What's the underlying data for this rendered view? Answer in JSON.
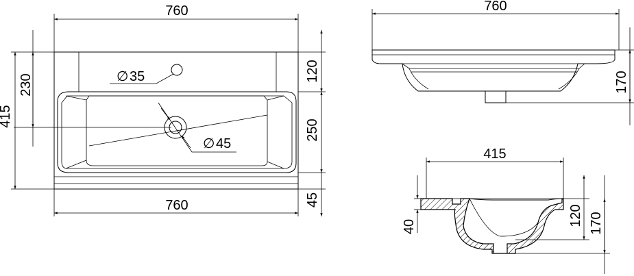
{
  "top_view": {
    "width_top": "760",
    "width_bottom": "760",
    "depth_total": "415",
    "depth_to_drain": "230",
    "deck_depth": "120",
    "bowl_depth": "250",
    "front_rim": "45",
    "tap_hole": "35",
    "drain_hole": "45",
    "dia_symbol": "∅"
  },
  "front_view": {
    "width": "760",
    "height": "170"
  },
  "section_view": {
    "depth": "415",
    "rim_thickness": "40",
    "bowl_depth": "120",
    "height": "170"
  }
}
